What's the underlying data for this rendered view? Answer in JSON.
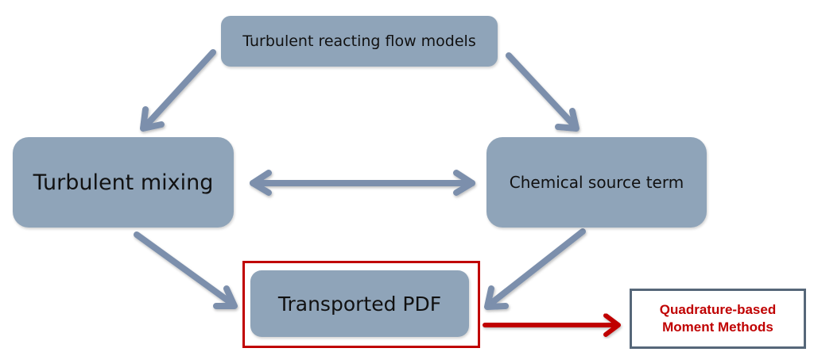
{
  "diagram": {
    "nodes": {
      "top": "Turbulent reacting flow models",
      "left": "Turbulent mixing",
      "right": "Chemical source term",
      "bottom": "Transported PDF"
    },
    "highlight_target": {
      "line1": "Quadrature-based",
      "line2": "Moment Methods"
    },
    "edges": [
      {
        "from": "Turbulent reacting flow models",
        "to": "Turbulent mixing",
        "style": "single"
      },
      {
        "from": "Turbulent reacting flow models",
        "to": "Chemical source term",
        "style": "single"
      },
      {
        "from": "Turbulent mixing",
        "to": "Chemical source term",
        "style": "bidirectional"
      },
      {
        "from": "Turbulent mixing",
        "to": "Transported PDF",
        "style": "single"
      },
      {
        "from": "Chemical source term",
        "to": "Transported PDF",
        "style": "single"
      },
      {
        "from": "Transported PDF",
        "to": "Quadrature-based Moment Methods",
        "style": "highlighted"
      }
    ],
    "colors": {
      "node_fill": "#8fa4b9",
      "arrow": "#7b8fac",
      "highlight": "#c00000",
      "target_border": "#566779"
    }
  }
}
